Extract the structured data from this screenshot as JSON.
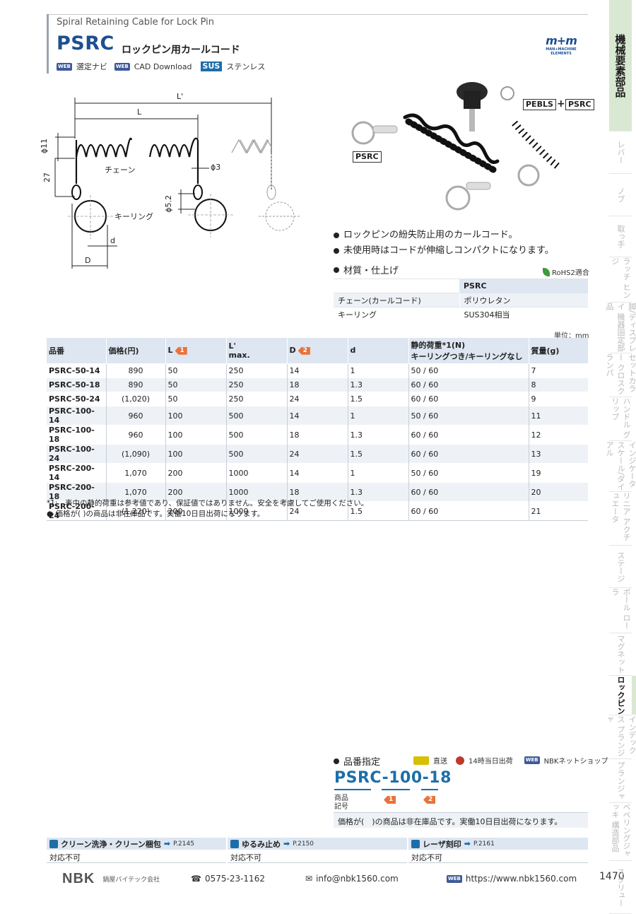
{
  "header": {
    "subtitle_en": "Spiral Retaining Cable for Lock Pin",
    "code": "PSRC",
    "title_jp": "ロックピン用カールコード",
    "logo_mark": "m+m",
    "logo_text": "MAN+MACHINE ELEMENTS",
    "web_tag": "WEB",
    "nav_select": "選定ナビ",
    "cad_download": "CAD Download",
    "sus_tag": "SUS",
    "sus_label": "ステンレス"
  },
  "drawing": {
    "L_prime": "L'",
    "L": "L",
    "phi11": "ϕ11",
    "dim27": "27",
    "chain": "チェーン",
    "phi3": "ϕ3",
    "phi52": "ϕ5.2",
    "key_ring": "キーリング",
    "d": "d",
    "D": "D"
  },
  "photo": {
    "label_combo_a": "PEBLS",
    "label_plus": "+",
    "label_combo_b": "PSRC",
    "label_single": "PSRC"
  },
  "features": [
    "ロックピンの紛失防止用のカールコード。",
    "未使用時はコードが伸縮しコンパクトになります。"
  ],
  "material": {
    "title": "材質・仕上げ",
    "rohs": "RoHS2適合",
    "header": "PSRC",
    "rows": [
      {
        "part": "チェーン(カールコード)",
        "value": "ポリウレタン"
      },
      {
        "part": "キーリング",
        "value": "SUS304相当"
      }
    ]
  },
  "spec": {
    "unit": "単位：mm",
    "headers": {
      "code": "品番",
      "price": "価格(円)",
      "L": "L",
      "L_badge": "1",
      "Lp": "L'",
      "Lp_sub": "max.",
      "D": "D",
      "D_badge": "2",
      "d": "d",
      "load": "静的荷重*1(N)",
      "load_sub": "キーリングつき/キーリングなし",
      "mass": "質量(g)"
    },
    "rows": [
      {
        "code": "PSRC-50-14",
        "price": "890",
        "L": "50",
        "Lp": "250",
        "D": "14",
        "d": "1",
        "load": "50 / 60",
        "mass": "7"
      },
      {
        "code": "PSRC-50-18",
        "price": "890",
        "L": "50",
        "Lp": "250",
        "D": "18",
        "d": "1.3",
        "load": "60 / 60",
        "mass": "8"
      },
      {
        "code": "PSRC-50-24",
        "price": "(1,020)",
        "L": "50",
        "Lp": "250",
        "D": "24",
        "d": "1.5",
        "load": "60 / 60",
        "mass": "9"
      },
      {
        "code": "PSRC-100-14",
        "price": "960",
        "L": "100",
        "Lp": "500",
        "D": "14",
        "d": "1",
        "load": "50 / 60",
        "mass": "11"
      },
      {
        "code": "PSRC-100-18",
        "price": "960",
        "L": "100",
        "Lp": "500",
        "D": "18",
        "d": "1.3",
        "load": "60 / 60",
        "mass": "12"
      },
      {
        "code": "PSRC-100-24",
        "price": "(1,090)",
        "L": "100",
        "Lp": "500",
        "D": "24",
        "d": "1.5",
        "load": "60 / 60",
        "mass": "13"
      },
      {
        "code": "PSRC-200-14",
        "price": "1,070",
        "L": "200",
        "Lp": "1000",
        "D": "14",
        "d": "1",
        "load": "50 / 60",
        "mass": "19"
      },
      {
        "code": "PSRC-200-18",
        "price": "1,070",
        "L": "200",
        "Lp": "1000",
        "D": "18",
        "d": "1.3",
        "load": "60 / 60",
        "mass": "20"
      },
      {
        "code": "PSRC-200-24",
        "price": "(1,220)",
        "L": "200",
        "Lp": "1000",
        "D": "24",
        "d": "1.5",
        "load": "60 / 60",
        "mass": "21"
      }
    ],
    "note1": "*1:　表中の静的荷重は参考値であり、保証値ではありません。安全を考慮してご使用ください。",
    "note2": "● 価格が( )の商品は非在庫品です。実働10日目出荷になります。"
  },
  "part_number": {
    "title": "品番指定",
    "ship_direct": "直送",
    "ship_14": "14時当日出荷",
    "shop": "NBKネットショップ",
    "code_a": "PSRC",
    "dash1": "-",
    "code_b": "100",
    "dash2": "-",
    "code_c": "18",
    "label_line1": "商品",
    "label_line2": "記号",
    "badge1": "1",
    "badge2": "2",
    "note": "価格が(　)の商品は非在庫品です。実働10日目出荷になります。"
  },
  "options": [
    {
      "title": "クリーン洗浄・クリーン梱包",
      "page": "P.2145",
      "value": "対応不可"
    },
    {
      "title": "ゆるみ止め",
      "page": "P.2150",
      "value": "対応不可"
    },
    {
      "title": "レーザ刻印",
      "page": "P.2161",
      "value": "対応不可"
    }
  ],
  "footer": {
    "brand": "NBK",
    "company": "鍋屋バイテック会社",
    "phone": "0575-23-1162",
    "email": "info@nbk1560.com",
    "web": "https://www.nbk1560.com",
    "page": "1470"
  },
  "side_tabs": [
    "機械要素部品",
    "レバー",
    "ノブ",
    "取っ手",
    "ラッチ ヒンジ",
    "脚/ディスプレイ 機器固定部品",
    "セットカラー クロスクランパ",
    "ハンドル グリップ",
    "インジケータ スケール/ダイアル",
    "リニア アクチュエータ",
    "ステージ",
    "ボール ローラ",
    "マグネット",
    "ロックピン",
    "インデックス プランジャ",
    "プランジャ",
    "ベベリングジャッキ 構造部品",
    "スクリュー"
  ]
}
